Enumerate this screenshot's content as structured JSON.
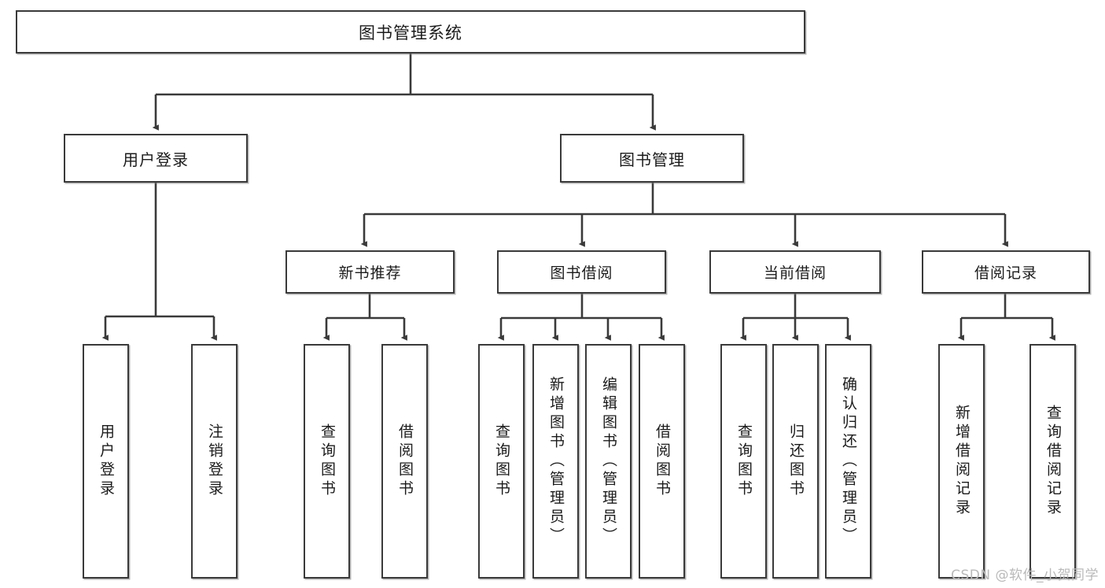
{
  "diagram": {
    "title_node": {
      "label": "图书管理系统"
    },
    "level2": [
      {
        "id": "user-login",
        "label": "用户登录"
      },
      {
        "id": "book-manage",
        "label": "图书管理"
      }
    ],
    "level3": [
      {
        "id": "new-book-recommend",
        "label": "新书推荐"
      },
      {
        "id": "book-borrow",
        "label": "图书借阅"
      },
      {
        "id": "current-borrow",
        "label": "当前借阅"
      },
      {
        "id": "borrow-record",
        "label": "借阅记录"
      }
    ],
    "leaves": {
      "user_login": [
        {
          "id": "leaf-user-login",
          "label": "用户登录"
        },
        {
          "id": "leaf-logout-login",
          "label": "注销登录"
        }
      ],
      "new_book_recommend": [
        {
          "id": "leaf-query-book-1",
          "label": "查询图书"
        },
        {
          "id": "leaf-borrow-book-1",
          "label": "借阅图书"
        }
      ],
      "book_borrow": [
        {
          "id": "leaf-query-book-2",
          "label": "查询图书"
        },
        {
          "id": "leaf-add-book-admin",
          "label": "新增图书（管理员）"
        },
        {
          "id": "leaf-edit-book-admin",
          "label": "编辑图书（管理员）"
        },
        {
          "id": "leaf-borrow-book-2",
          "label": "借阅图书"
        }
      ],
      "current_borrow": [
        {
          "id": "leaf-query-book-3",
          "label": "查询图书"
        },
        {
          "id": "leaf-return-book",
          "label": "归还图书"
        },
        {
          "id": "leaf-confirm-return-admin",
          "label": "确认归还（管理员）"
        }
      ],
      "borrow_record": [
        {
          "id": "leaf-add-borrow-record",
          "label": "新增借阅记录"
        },
        {
          "id": "leaf-query-borrow-record",
          "label": "查询借阅记录"
        }
      ]
    }
  },
  "watermark": {
    "text": "CSDN @软件_小贺同学"
  },
  "colors": {
    "border": "#3a3a3a",
    "text": "#1b1b1b",
    "background": "#ffffff",
    "watermark": "#b9b9b9"
  }
}
